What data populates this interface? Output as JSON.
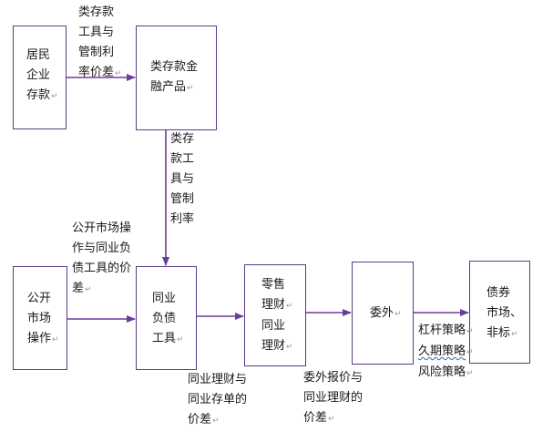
{
  "boxes": {
    "resident_deposits": [
      "居民",
      "企业",
      "存款"
    ],
    "deposit_like_products": [
      "类存款金",
      "融产品"
    ],
    "open_market": [
      "公开",
      "市场",
      "操作"
    ],
    "interbank_liabilities": [
      "同业",
      "负债",
      "工具"
    ],
    "retail_wm": [
      "零售",
      "理财",
      "同业",
      "理财"
    ],
    "outsourcing": [
      "委外"
    ],
    "bond_market": [
      "债券",
      "市场、",
      "非标"
    ]
  },
  "labels": {
    "arb_top": [
      "类存款",
      "工具与",
      "管制利",
      "率价差"
    ],
    "arb_vertical": [
      "类存",
      "款工",
      "具与",
      "管制",
      "利率"
    ],
    "open_market_spread": [
      "公开市场操",
      "作与同业负",
      "债工具的价",
      "差"
    ],
    "interbank_spread": [
      "同业理财与",
      "同业存单的",
      "价差"
    ],
    "outsourcing_spread": [
      "委外报价与",
      "同业理财的",
      "价差"
    ],
    "strategies": [
      "杠杆策略",
      "久期策略",
      "风险策略"
    ]
  },
  "colors": {
    "box_border": "#5a3a86",
    "arrow": "#6a3d9a"
  }
}
